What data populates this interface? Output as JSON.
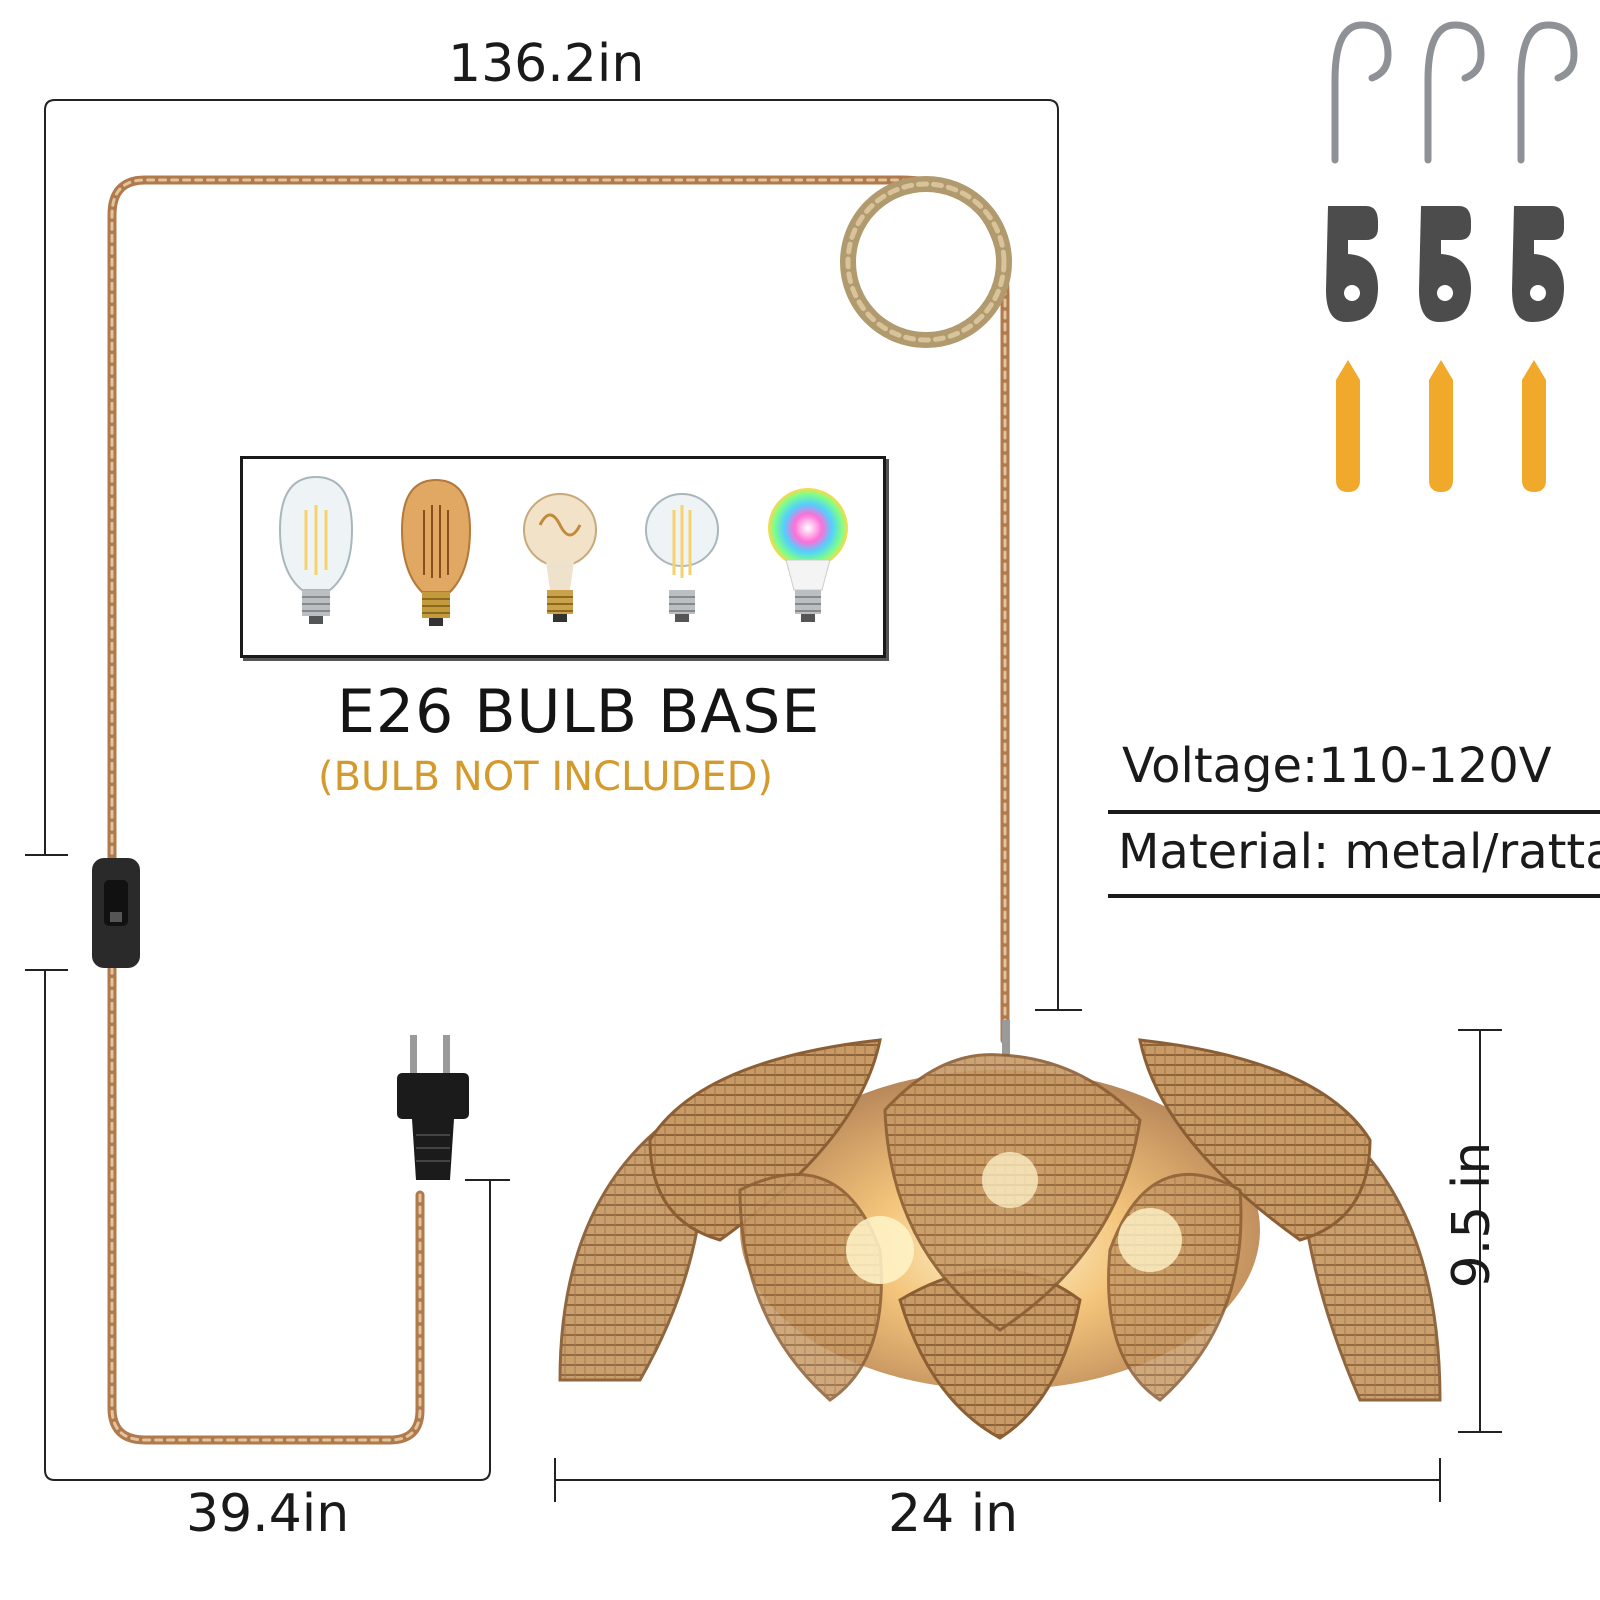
{
  "dimensions": {
    "cord_total": "136.2in",
    "plug_cord": "39.4in",
    "shade_width": "24 in",
    "shade_height": "9.5 in"
  },
  "bulb_section": {
    "title": "E26 BULB BASE",
    "note": "(BULB NOT INCLUDED)",
    "bulbs": [
      "st64-filament-bulb",
      "amber-edison-bulb",
      "a19-spiral-bulb",
      "a19-filament-bulb",
      "rgb-smart-bulb"
    ]
  },
  "specs": {
    "voltage": "Voltage:110-120V",
    "material": "Material: metal/rattan"
  },
  "hardware": {
    "items": [
      "ceiling-hook-icon",
      "mounting-plate-icon",
      "wall-anchor-icon"
    ],
    "count_each": 3
  },
  "colors": {
    "note_orange": "#d49a2c",
    "rattan": "#b8875a",
    "rope": "#c9a274",
    "anchor_yellow": "#f0a92a",
    "bracket_gray": "#4a4a4a"
  }
}
